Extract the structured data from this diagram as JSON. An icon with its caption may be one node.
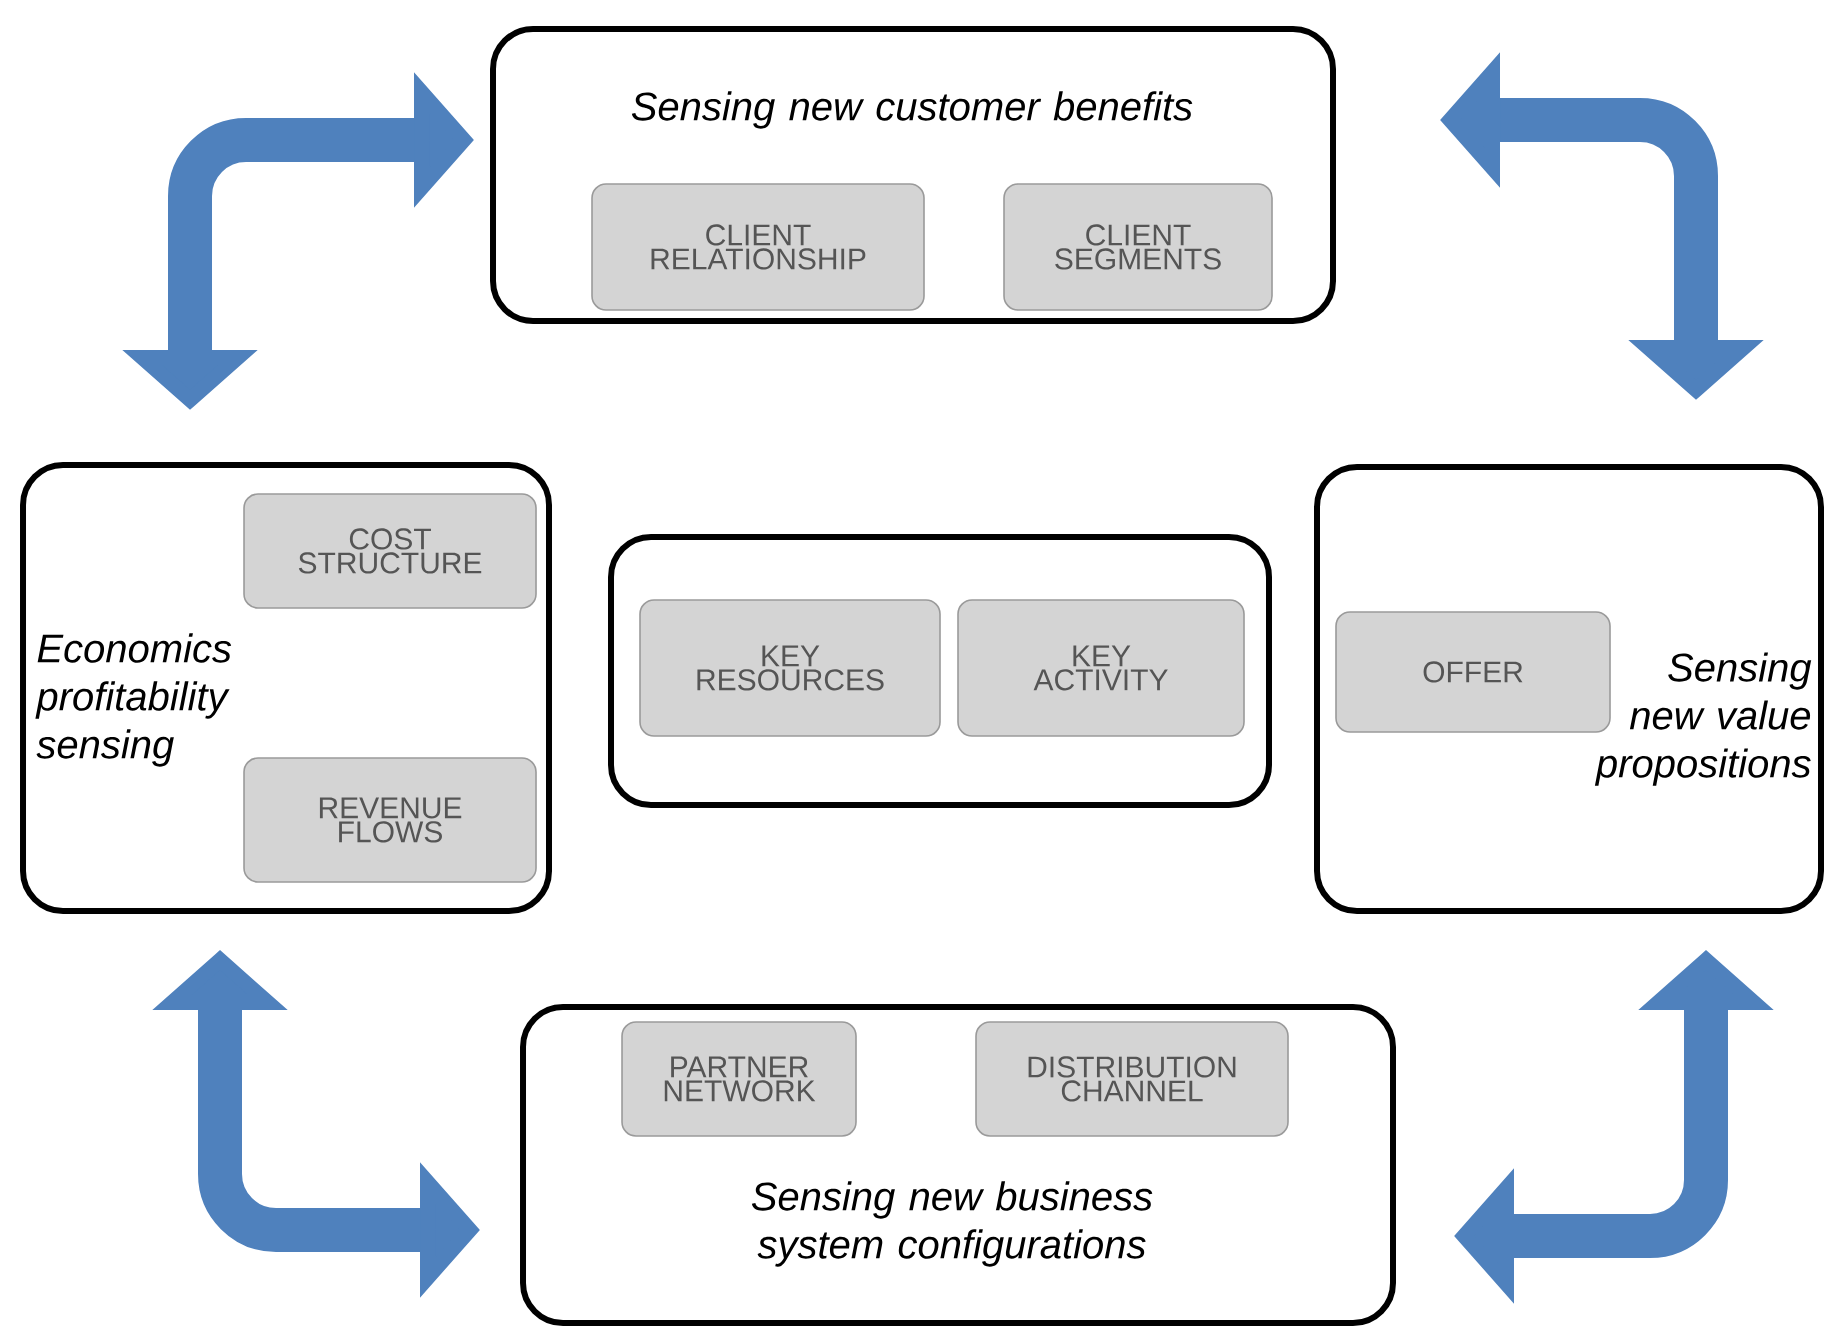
{
  "diagram": {
    "nodes": [
      {
        "text": [
          "Sensing new customer benefits"
        ]
      },
      {
        "text": [
          "CLIENT RELATIONSHIP"
        ],
        "in": 0
      },
      {
        "text": [
          "CLIENT SEGMENTS"
        ],
        "in": 0
      },
      {
        "text": [
          "Economics profitability sensing"
        ]
      },
      {
        "text": [
          "COST STRUCTURE"
        ],
        "in": 3
      },
      {
        "text": [
          "REVENUE FLOWS"
        ],
        "in": 3
      },
      {
        "text": [],
        "shape": "box"
      },
      {
        "text": [
          "KEY RESOURCES"
        ],
        "in": 6
      },
      {
        "text": [
          "KEY ACTIVITY"
        ],
        "in": 6
      },
      {
        "text": [
          "Sensing new value propositions"
        ]
      },
      {
        "text": [
          "OFFER"
        ],
        "in": 9
      },
      {
        "text": [
          "Sensing new business system configurations"
        ]
      },
      {
        "text": [
          "PARTNER NETWORK"
        ],
        "in": 11
      },
      {
        "text": [
          "DISTRIBUTION CHANNEL"
        ],
        "in": 11
      }
    ],
    "edges": [
      {
        "from": 0,
        "to": 3,
        "arrow": "both"
      },
      {
        "from": 0,
        "to": 9,
        "arrow": "both"
      },
      {
        "from": 3,
        "to": 11,
        "arrow": "both"
      },
      {
        "from": 11,
        "to": 9,
        "arrow": "both"
      }
    ]
  }
}
